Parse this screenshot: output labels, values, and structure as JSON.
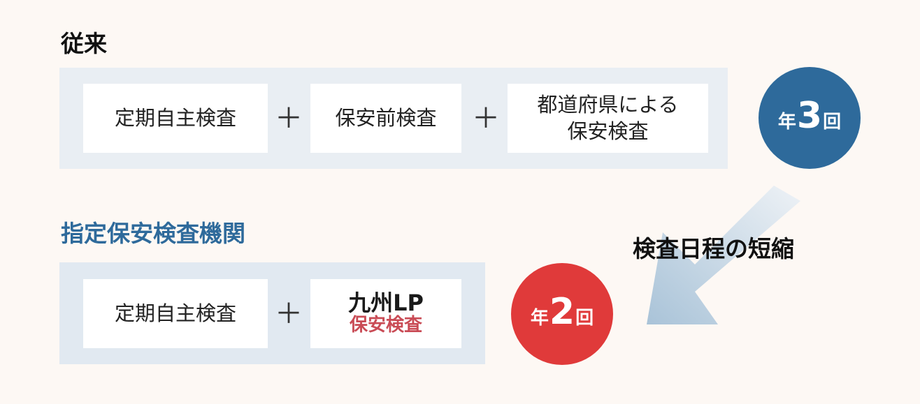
{
  "conventional": {
    "heading": "従来",
    "items": [
      "定期自主検査",
      "保安前検査",
      "都道府県による",
      "保安検査"
    ],
    "plus": "＋",
    "badge": {
      "prefix": "年",
      "number": "3",
      "suffix": "回"
    }
  },
  "designated": {
    "heading": "指定保安検査機関",
    "items": [
      "定期自主検査"
    ],
    "brand": "九州LP",
    "brand_sub": "保安検査",
    "plus": "＋",
    "badge": {
      "prefix": "年",
      "number": "2",
      "suffix": "回"
    }
  },
  "arrow_label": "検査日程の短縮",
  "colors": {
    "blue": "#2e6a9b",
    "red": "#e03a3a",
    "pink_text": "#c94b55",
    "panel": "#e9eef3",
    "background": "#fdf8f4"
  }
}
